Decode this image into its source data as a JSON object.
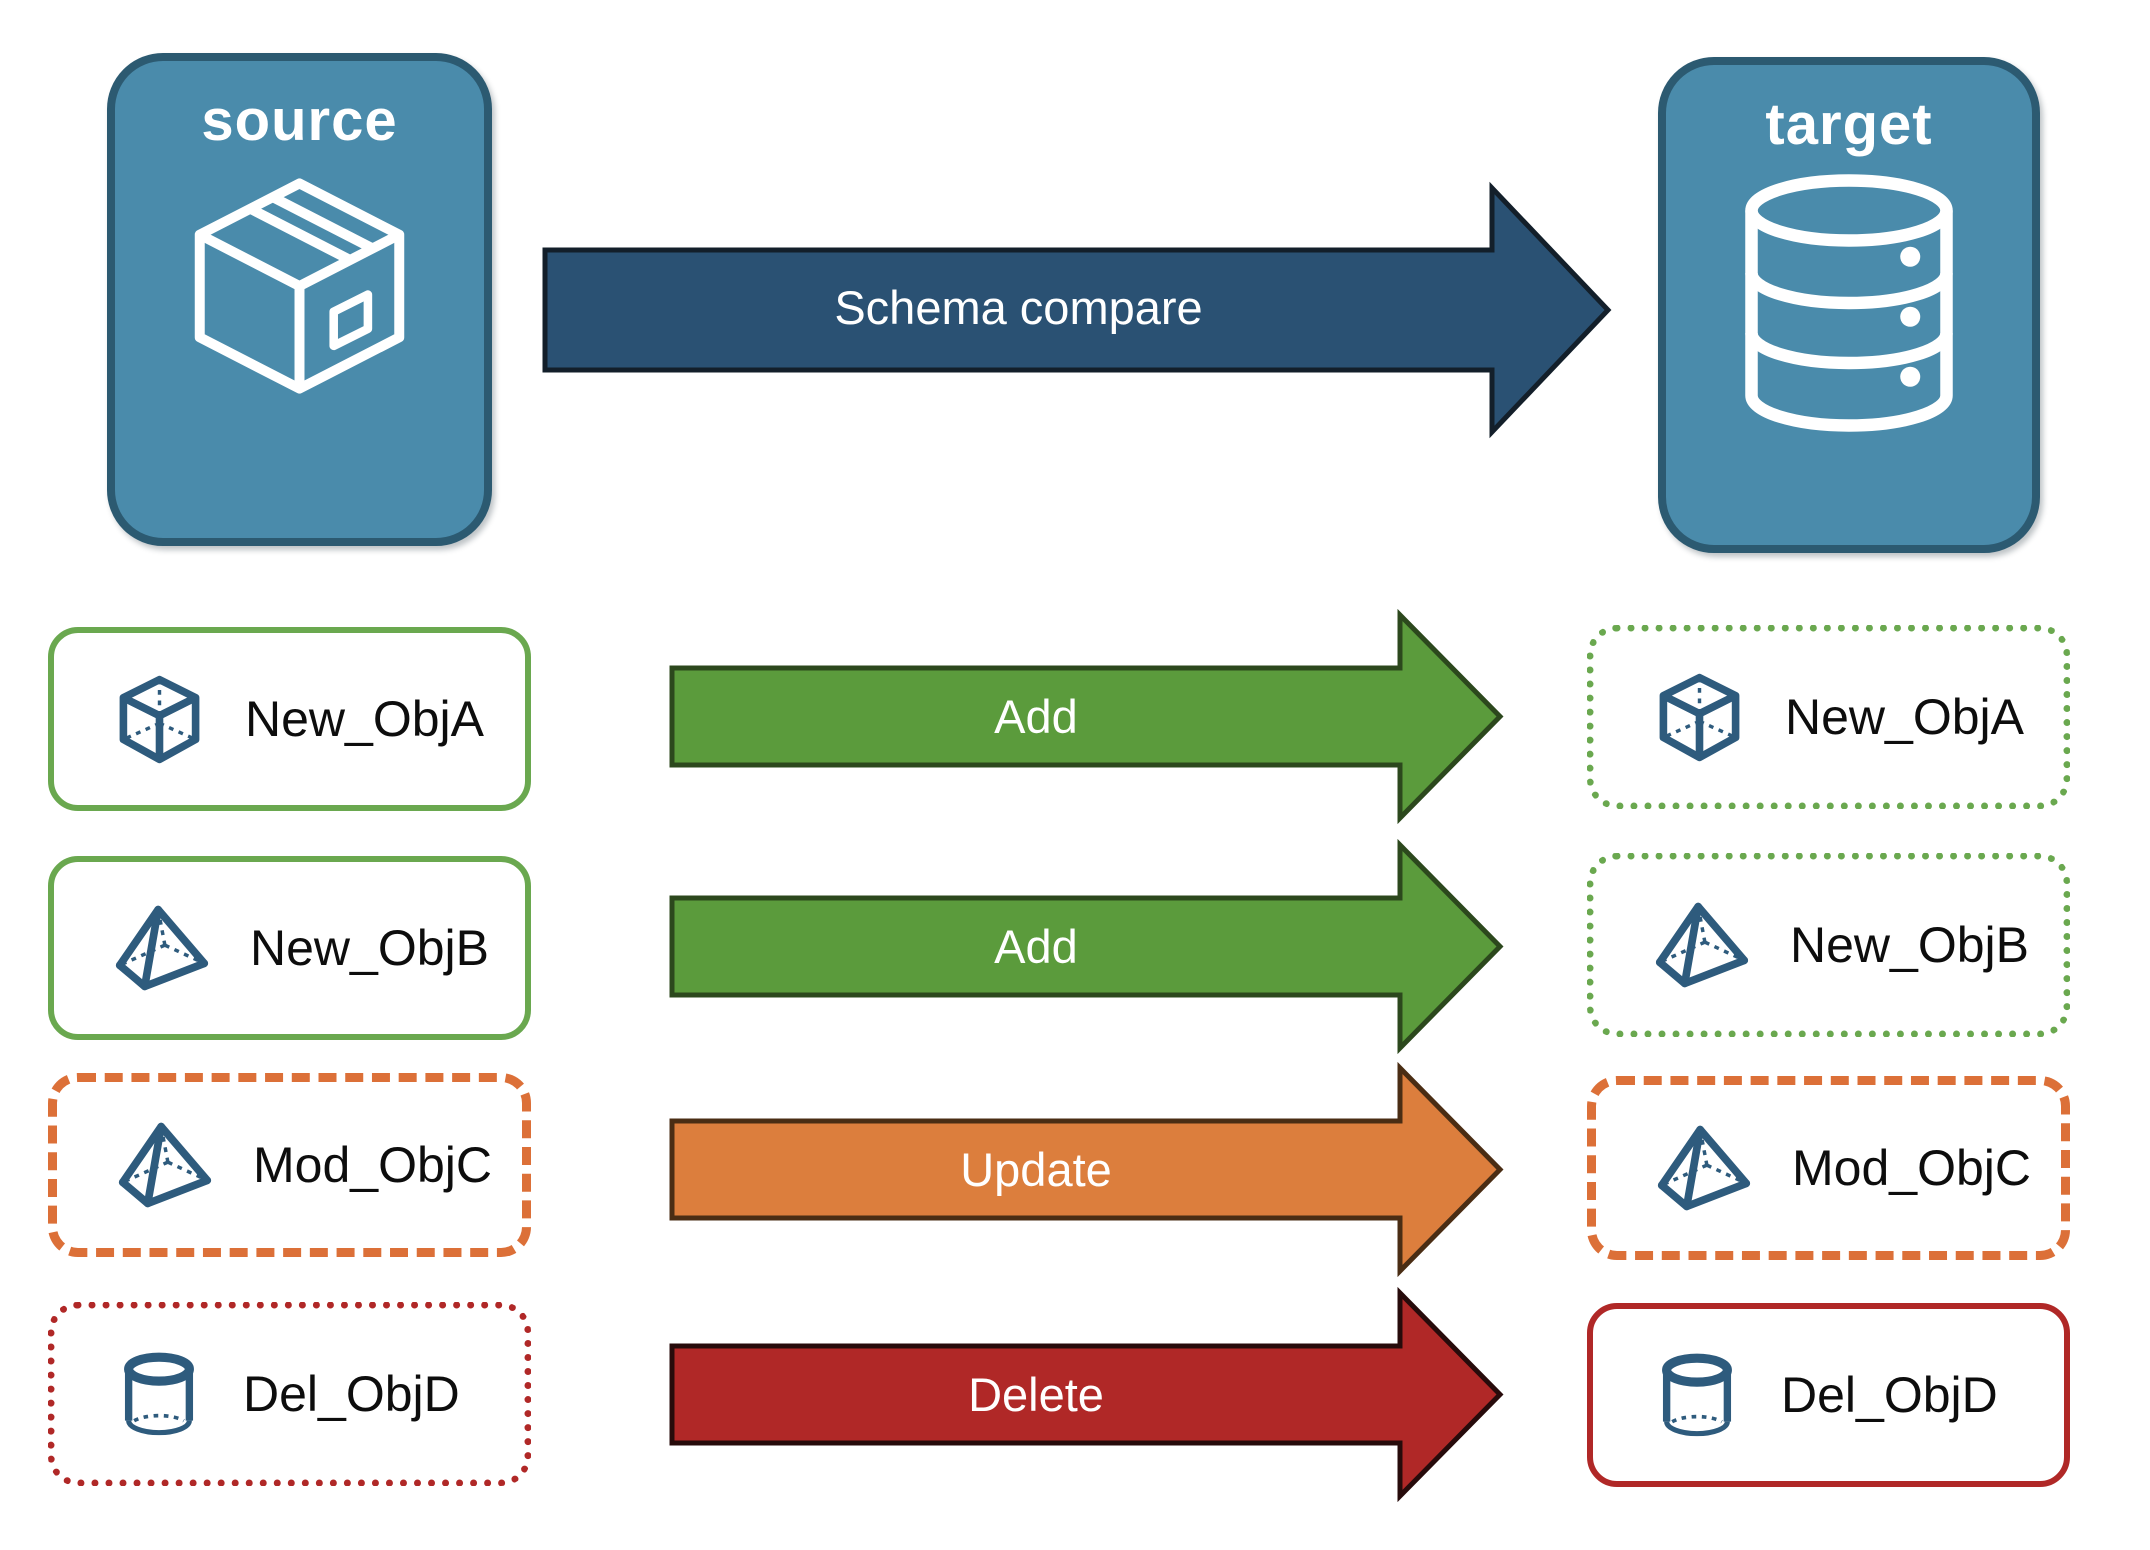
{
  "source_panel": {
    "label": "source",
    "icon": "package-icon",
    "fill": "#4A8BAB",
    "border_color": "#2C5A71"
  },
  "target_panel": {
    "label": "target",
    "icon": "database-icon",
    "fill": "#4A8BAB",
    "border_color": "#2C5A71"
  },
  "main_arrow": {
    "label": "Schema compare",
    "fill": "#2A5173",
    "outline": "#131F2A"
  },
  "rows": [
    {
      "action": {
        "label": "Add",
        "fill": "#5B9B3C",
        "outline": "#2C481D"
      },
      "source_object": {
        "label": "New_ObjA",
        "icon": "cube-icon",
        "border_style": "solid",
        "border_color": "#6AA84F"
      },
      "target_object": {
        "label": "New_ObjA",
        "icon": "cube-icon",
        "border_style": "dotted",
        "border_color": "#6AA84F"
      }
    },
    {
      "action": {
        "label": "Add",
        "fill": "#5B9B3C",
        "outline": "#2C481D"
      },
      "source_object": {
        "label": "New_ObjB",
        "icon": "pyramid-icon",
        "border_style": "solid",
        "border_color": "#6AA84F"
      },
      "target_object": {
        "label": "New_ObjB",
        "icon": "pyramid-icon",
        "border_style": "dotted",
        "border_color": "#6AA84F"
      }
    },
    {
      "action": {
        "label": "Update",
        "fill": "#DC7E3D",
        "outline": "#4A2D14"
      },
      "source_object": {
        "label": "Mod_ObjC",
        "icon": "pyramid-icon",
        "border_style": "dashed",
        "border_color": "#DC7038"
      },
      "target_object": {
        "label": "Mod_ObjC",
        "icon": "pyramid-icon",
        "border_style": "dashed",
        "border_color": "#DC7038"
      }
    },
    {
      "action": {
        "label": "Delete",
        "fill": "#B02827",
        "outline": "#270B0B"
      },
      "source_object": {
        "label": "Del_ObjD",
        "icon": "cylinder-icon",
        "border_style": "dotted",
        "border_color": "#B02827"
      },
      "target_object": {
        "label": "Del_ObjD",
        "icon": "cylinder-icon",
        "border_style": "solid",
        "border_color": "#B02827"
      }
    }
  ],
  "object_icon_color": "#2E5B7D",
  "background_color": "#FFFFFF"
}
